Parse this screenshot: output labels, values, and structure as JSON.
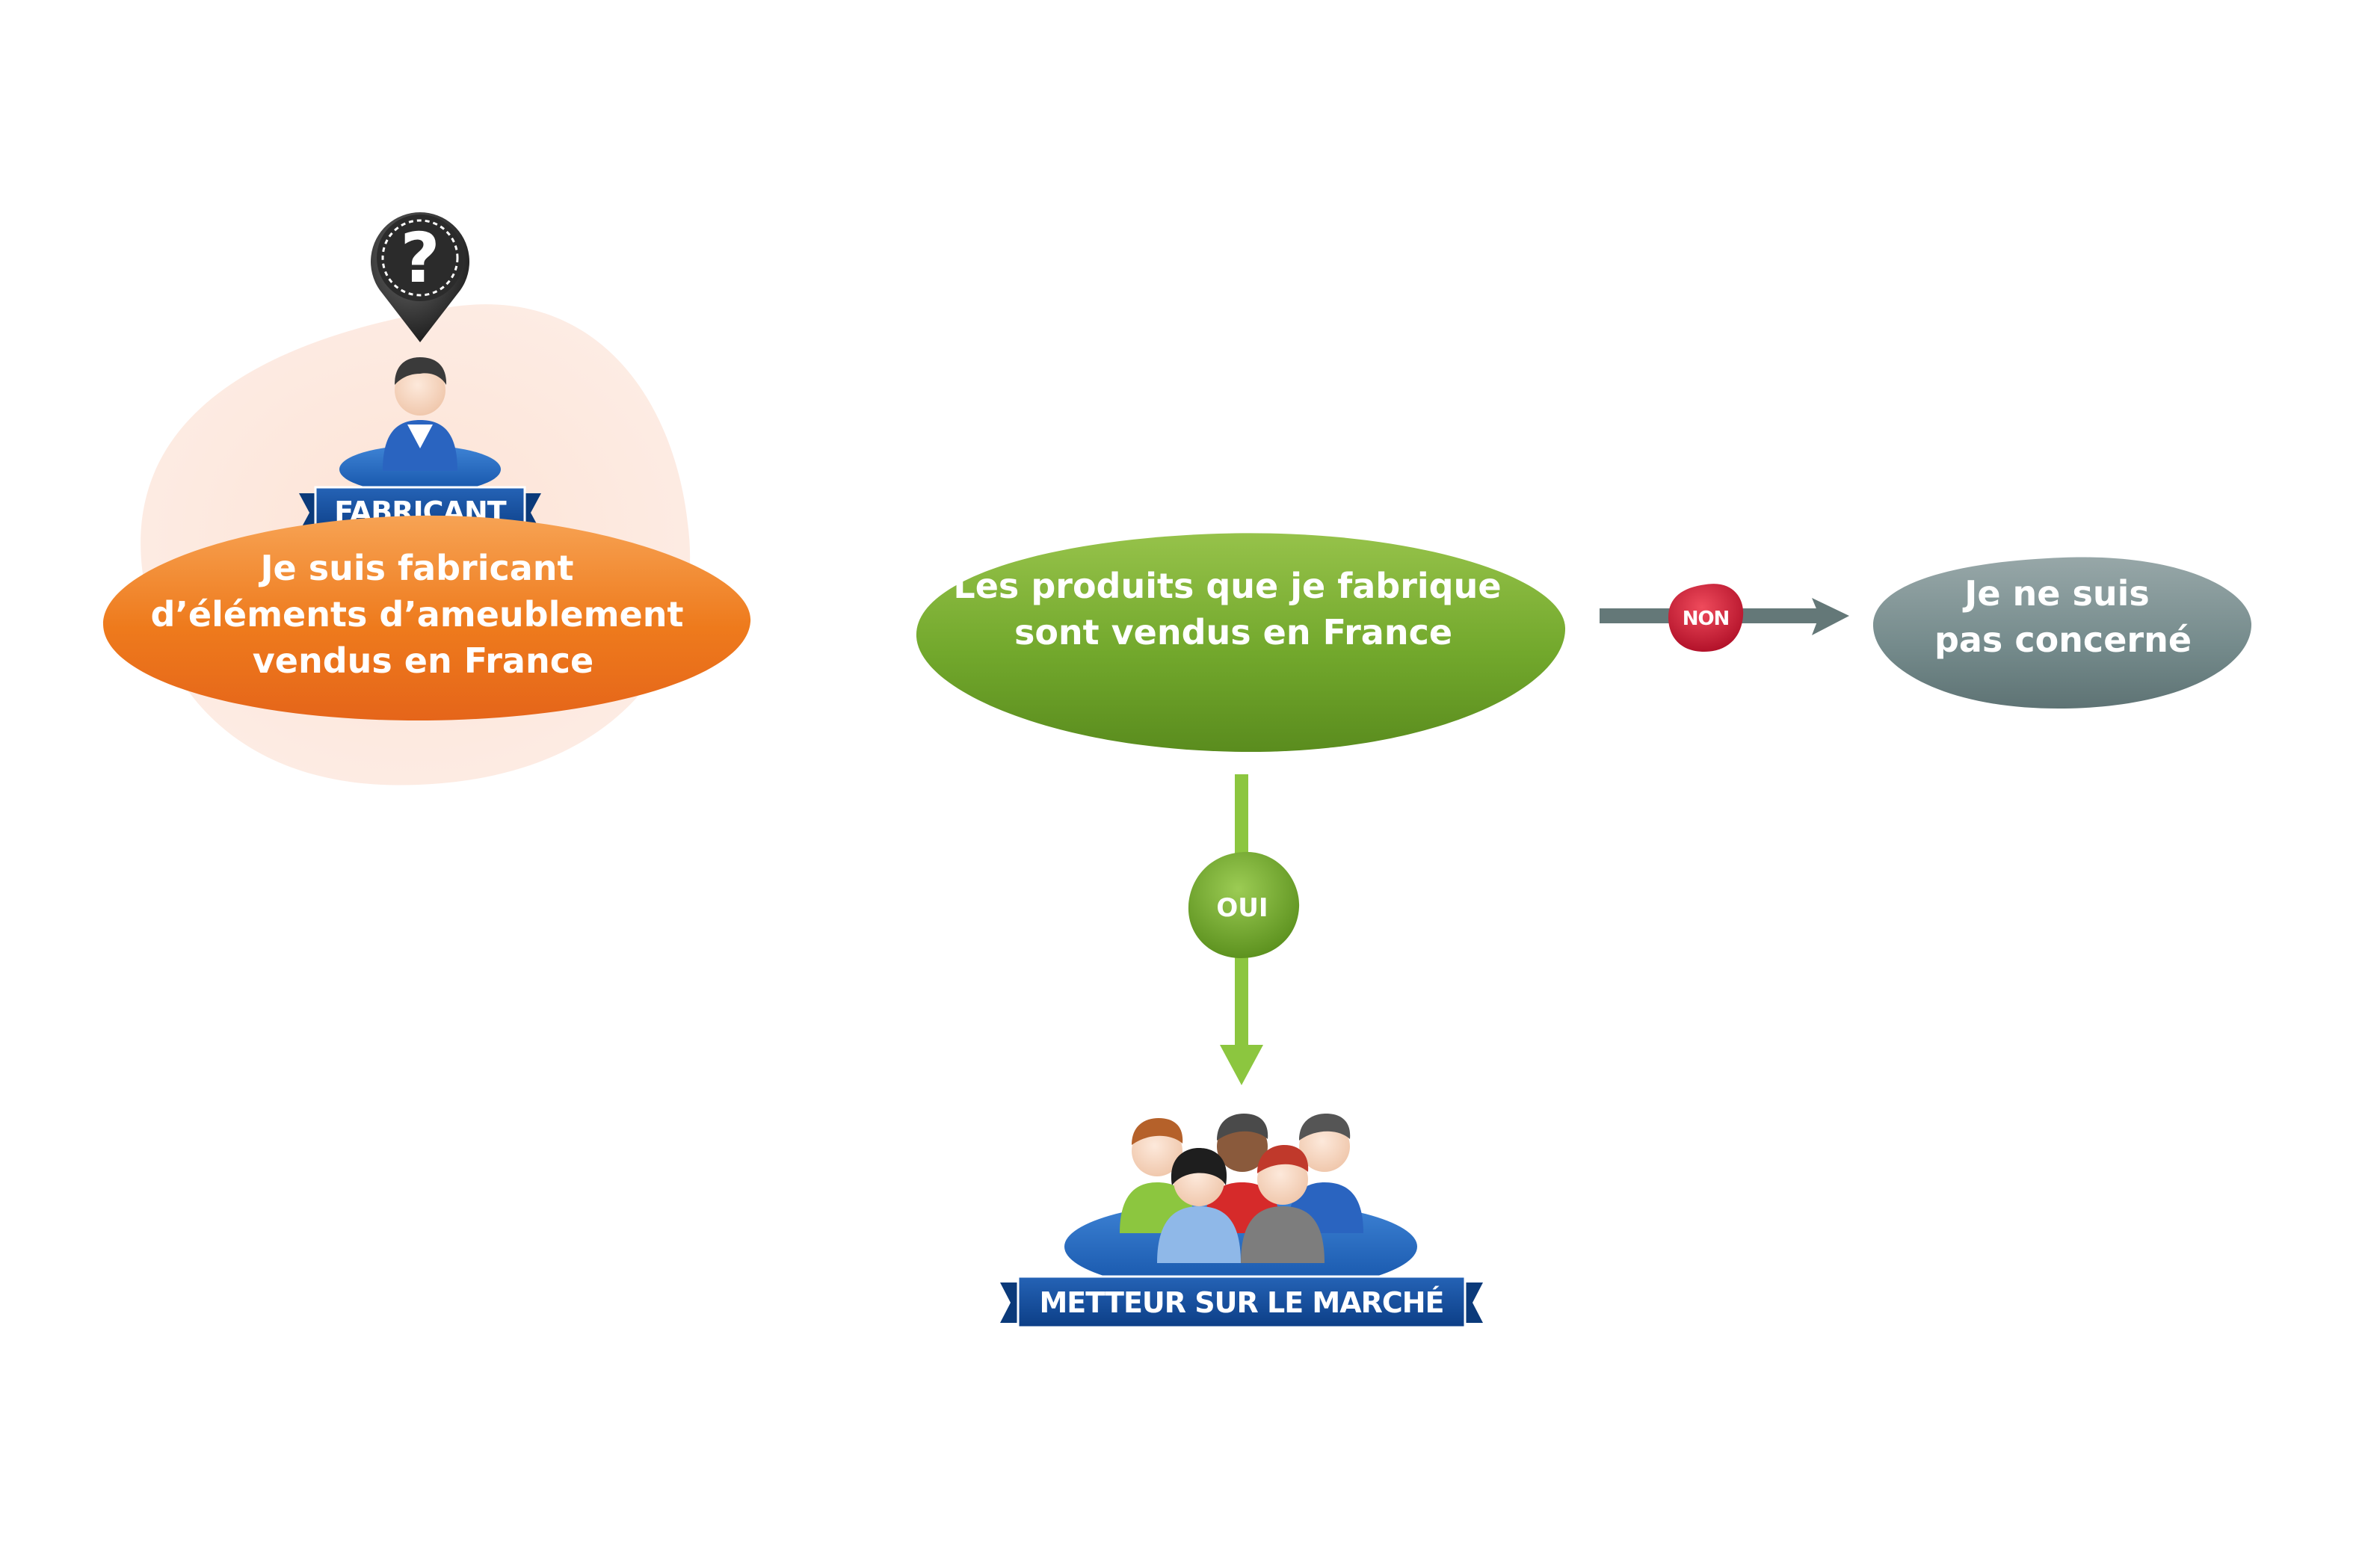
{
  "nodes": {
    "fabricant": {
      "label": "FABRICANT",
      "lines": [
        "Je suis fabricant",
        "d’éléments d’ameublement",
        "vendus en France"
      ],
      "color": "#ee7a1c"
    },
    "question": {
      "lines": [
        "Les produits que je fabrique",
        "sont vendus en France"
      ],
      "color": "#6fa52a"
    },
    "not_concerned": {
      "lines": [
        "Je ne suis",
        "pas concerné"
      ],
      "color": "#6e8486"
    },
    "metteur": {
      "label": "METTEUR SUR LE MARCHÉ"
    }
  },
  "edges": {
    "non": {
      "label": "NON",
      "color": "#d0223a",
      "line_color": "#647878"
    },
    "oui": {
      "label": "OUI",
      "color": "#6fa52a",
      "line_color": "#8cc63f"
    }
  },
  "icons": {
    "question_pin": "question-mark-pin-icon",
    "manufacturer": "manufacturer-person-icon",
    "group": "people-group-icon"
  }
}
